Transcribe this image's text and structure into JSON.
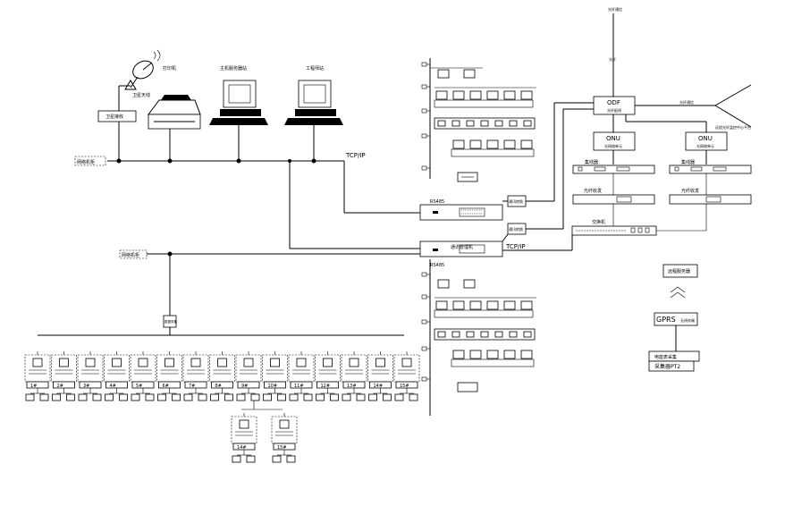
{
  "labels": {
    "satellite": "卫星天线",
    "satellite_receiver": "卫星接收",
    "printer": "打印机",
    "main_workstation": "主机服务器站",
    "workstation": "工程师站",
    "tcpip_top": "TCP/IP",
    "tcpip_bottom": "TCP/IP",
    "rs485_top": "RS485",
    "rs485_bottom": "RS485",
    "odf": "ODF",
    "odf_sub": "光纤配线",
    "onu_left": "ONU",
    "onu_right": "ONU",
    "onu_sub": "光网络单元",
    "switch_left": "集线器",
    "switch_right": "集线器",
    "opt_left": "光纤收发",
    "opt_right": "光纤收发",
    "core_switch": "交换机",
    "fiber_top": "光纤通信",
    "fiber_label": "光纤",
    "fiber_right": "光纤通信",
    "fiber_right2": "远程光纤监控中心平台",
    "data_server": "远程服务器",
    "gprs": "GPRS",
    "gprs_sub": "无线终端",
    "bottom_box1": "电能表采集",
    "bottom_box2": "采集器PT2",
    "left_net_top": "网络机柜",
    "left_net_mid": "网络机柜",
    "hub_mid": "数据采集",
    "conv_top": "通讯转换",
    "conv_bottom": "通讯转换",
    "bottom_switch_name": "通讯管理机"
  },
  "unit_numbers": [
    "1#",
    "2#",
    "3#",
    "4#",
    "5#",
    "6#",
    "7#",
    "8#",
    "9#",
    "10#",
    "11#",
    "12#",
    "13#",
    "14#",
    "15#"
  ],
  "extra_unit_numbers": [
    "14#",
    "15#"
  ],
  "colors": {
    "line": "#000000",
    "background": "#ffffff"
  }
}
